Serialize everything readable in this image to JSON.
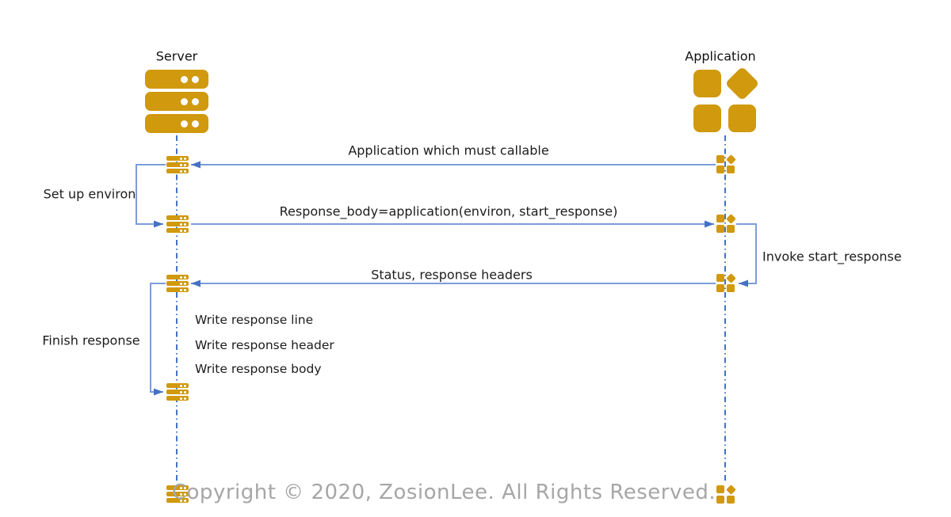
{
  "colors": {
    "icon_gold": "#D0990E",
    "line_blue": "#7D9CD8",
    "arrow_blue": "#4472C4",
    "lifeline_blue": "#4472C4",
    "copyright_gray": "#A6A6A6"
  },
  "actors": {
    "server": {
      "label": "Server",
      "icon": "server-stack-icon"
    },
    "application": {
      "label": "Application",
      "icon": "app-grid-icon"
    }
  },
  "messages": [
    {
      "label": "Application which must callable",
      "from": "application",
      "to": "server"
    },
    {
      "label": "Response_body=application(environ, start_response)",
      "from": "server",
      "to": "application"
    },
    {
      "label": "Status, response headers",
      "from": "application",
      "to": "server"
    }
  ],
  "self_messages": [
    {
      "label": "Set up environ",
      "actor": "server"
    },
    {
      "label": "Invoke start_response",
      "actor": "application"
    },
    {
      "label": "Finish response",
      "actor": "server"
    }
  ],
  "notes": [
    "Write response line",
    "Write response header",
    "Write response body"
  ],
  "footer": {
    "copyright": "Copyright © 2020, ZosionLee. All Rights Reserved."
  }
}
